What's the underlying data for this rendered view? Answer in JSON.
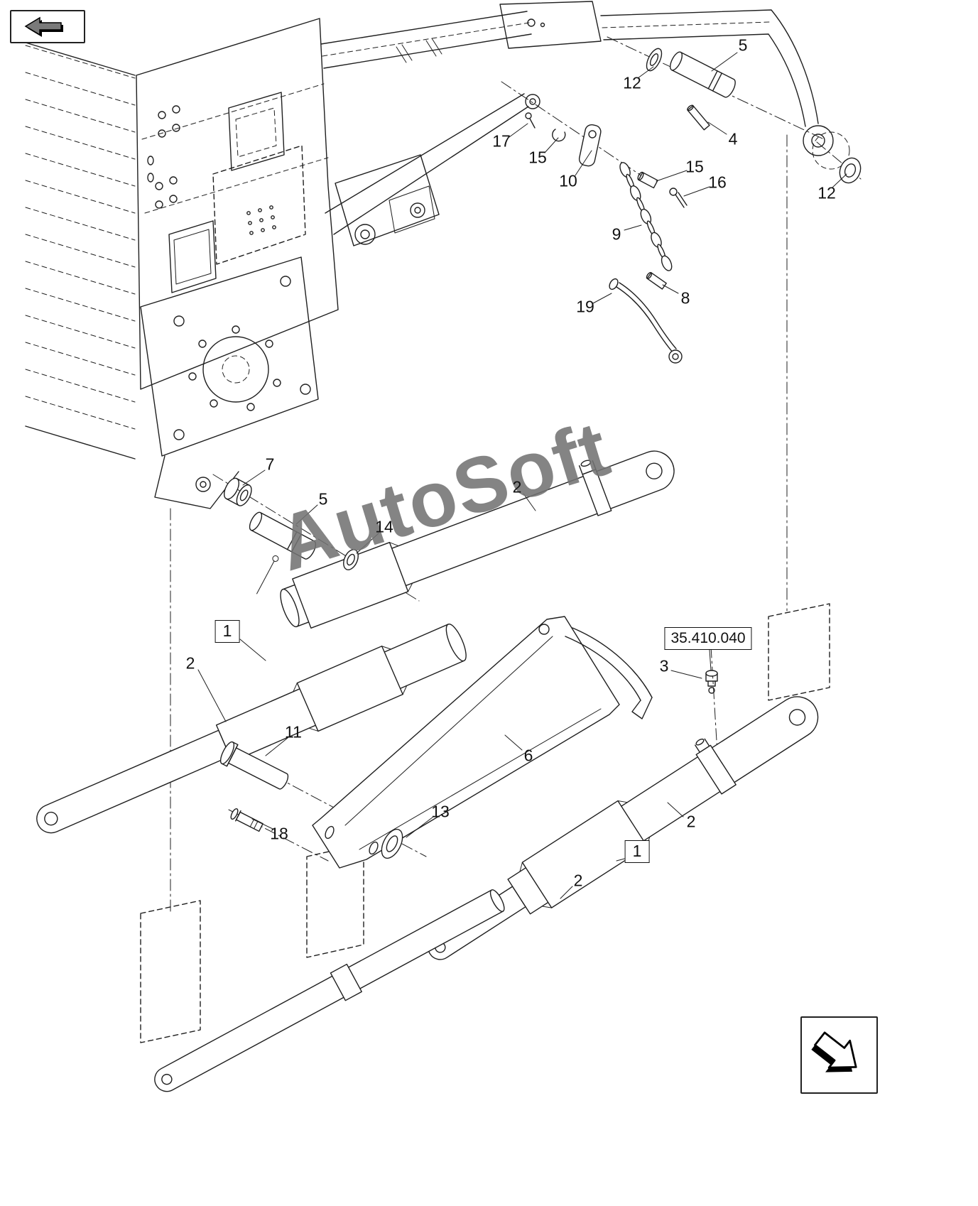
{
  "diagram": {
    "watermark": "AutoSoft",
    "reference_label": "35.410.040"
  },
  "icons": {
    "prev": "page-back-arrow-icon",
    "next": "page-next-arrow-icon"
  },
  "callouts": {
    "n5_top": "5",
    "n12_top": "12",
    "n4": "4",
    "n17": "17",
    "n15_a": "15",
    "n10": "10",
    "n15_b": "15",
    "n16": "16",
    "n9": "9",
    "n12_right": "12",
    "n8": "8",
    "n19": "19",
    "n7": "7",
    "n5_mid": "5",
    "n2_a": "2",
    "n14": "14",
    "n1_a": "1",
    "n2_b": "2",
    "n3": "3",
    "n11": "11",
    "n6": "6",
    "n13": "13",
    "n2_c": "2",
    "n18": "18",
    "n1_b": "1",
    "n2_d": "2"
  }
}
